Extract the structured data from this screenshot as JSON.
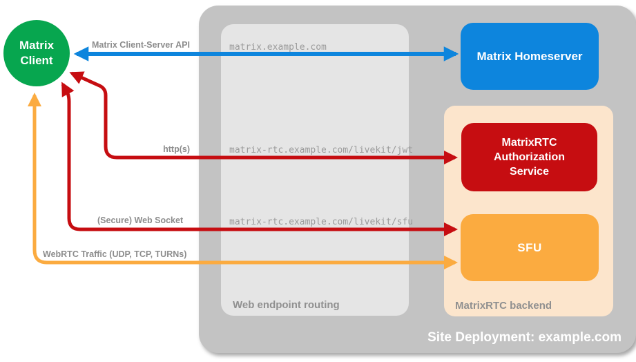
{
  "client": {
    "lines": [
      "Matrix",
      "Client"
    ],
    "color": "#07A64F"
  },
  "homeserver": {
    "label": "Matrix Homeserver",
    "color": "#0D85DD"
  },
  "auth_service": {
    "lines": [
      "MatrixRTC",
      "Authorization",
      "Service"
    ],
    "color": "#C60D11"
  },
  "sfu": {
    "label": "SFU",
    "color": "#FBAB40"
  },
  "deployment": {
    "label": "Site Deployment: example.com",
    "bg": "#C3C3C3"
  },
  "routing": {
    "label": "Web endpoint routing",
    "bg": "#E5E5E5",
    "endpoints": [
      "matrix.example.com",
      "matrix-rtc.example.com/livekit/jwt",
      "matrix-rtc.example.com/livekit/sfu"
    ]
  },
  "backend": {
    "label": "MatrixRTC backend",
    "bg": "#FCE5CC"
  },
  "connections": [
    {
      "label": "Matrix Client-Server API",
      "from": "Matrix Client",
      "to": "Matrix Homeserver",
      "color": "#0D85DD",
      "bidirectional": true
    },
    {
      "label": "http(s)",
      "from": "Matrix Client",
      "to": "MatrixRTC Authorization Service",
      "color": "#C60D11",
      "bidirectional": true
    },
    {
      "label": "(Secure) Web Socket",
      "from": "Matrix Client",
      "to": "SFU",
      "color": "#C60D11",
      "bidirectional": true
    },
    {
      "label": "WebRTC Traffic (UDP, TCP, TURNs)",
      "from": "Matrix Client",
      "to": "SFU",
      "color": "#FBAB40",
      "bidirectional": true
    }
  ]
}
